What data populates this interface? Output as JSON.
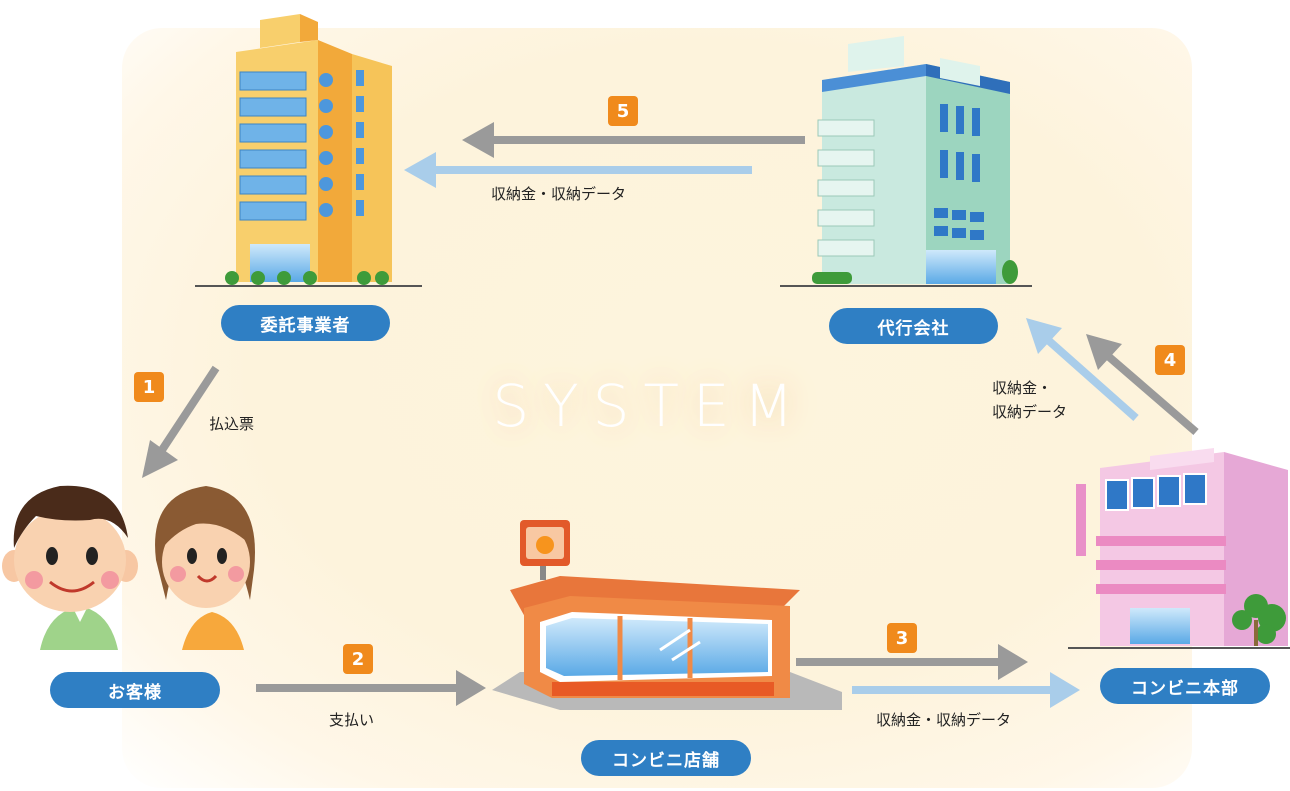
{
  "title": "SYSTEM",
  "nodes": {
    "consignor": "委託事業者",
    "agency": "代行会社",
    "customer": "お客様",
    "store": "コンビニ店舗",
    "hq": "コンビニ本部"
  },
  "steps": {
    "s1": "1",
    "s2": "2",
    "s3": "3",
    "s4": "4",
    "s5": "5"
  },
  "labels": {
    "slip": "払込票",
    "payment": "支払い",
    "money_data_3": "収納金・収納データ",
    "money_data_4_line1": "収納金・",
    "money_data_4_line2": "収納データ",
    "money_data_5": "収納金・収納データ"
  },
  "colors": {
    "pill": "#2f7fc4",
    "step": "#f08a1c",
    "arrow_gray": "#9a9a9a",
    "arrow_blue": "#a9cdea"
  }
}
